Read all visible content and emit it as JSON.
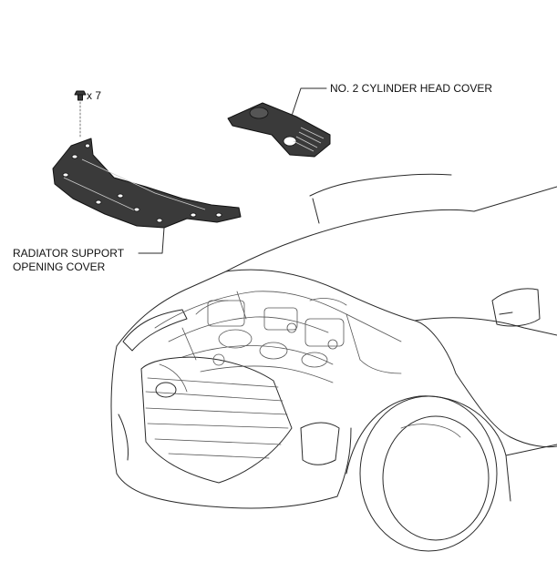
{
  "labels": {
    "clip_count": "x 7",
    "cylinder_head_cover": "NO. 2 CYLINDER HEAD COVER",
    "radiator_cover_line1": "RADIATOR SUPPORT",
    "radiator_cover_line2": "OPENING COVER"
  },
  "colors": {
    "line": "#2a2a2a",
    "part_fill": "#3a3a3a",
    "background": "#ffffff"
  }
}
